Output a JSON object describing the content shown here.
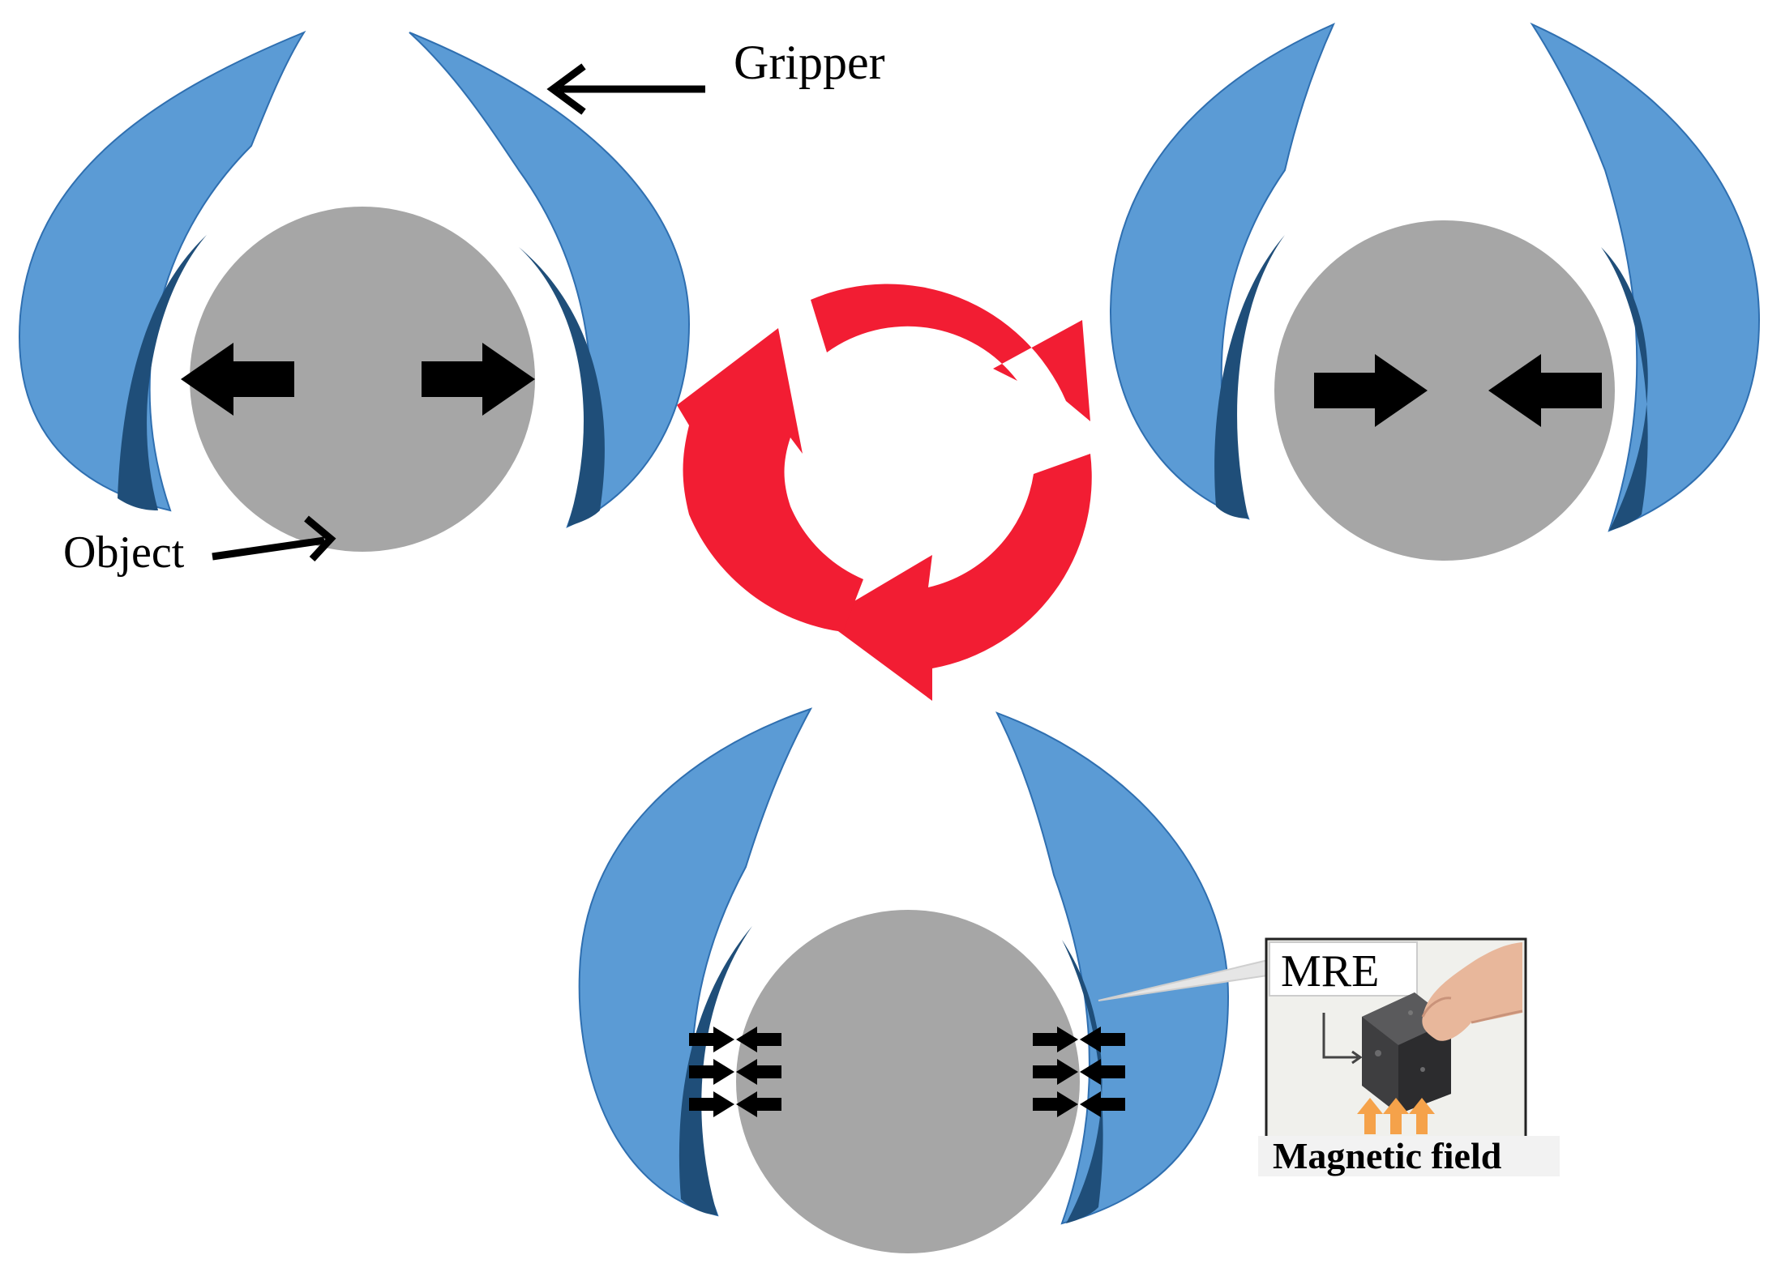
{
  "labels": {
    "gripper": "Gripper",
    "object": "Object",
    "mre": "MRE",
    "magnetic_field": "Magnetic field"
  },
  "colors": {
    "gripper_outer": "#5B9BD5",
    "gripper_pad": "#1F4E79",
    "object": "#A6A6A6",
    "cycle_arrow": "#F21D33",
    "force_arrow": "#000000",
    "field_arrow": "#F5A24A",
    "inset_bg": "#EBEBE7"
  }
}
